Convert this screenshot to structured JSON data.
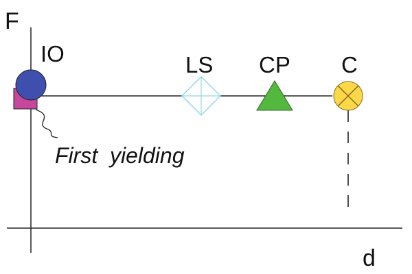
{
  "axes": {
    "y_label": "F",
    "x_label": "d"
  },
  "points": [
    {
      "label": "IO",
      "shape": "circle",
      "color": "#3f4fae"
    },
    {
      "label": "LS",
      "shape": "diamond-crossed",
      "color": "#8ed6ea"
    },
    {
      "label": "CP",
      "shape": "triangle",
      "color": "#53b83e"
    },
    {
      "label": "C",
      "shape": "circle-crossed",
      "color": "#ffd84a"
    }
  ],
  "first_yield_marker": {
    "shape": "square",
    "color": "#c5489d"
  },
  "annotation": {
    "text": "First  yielding"
  }
}
